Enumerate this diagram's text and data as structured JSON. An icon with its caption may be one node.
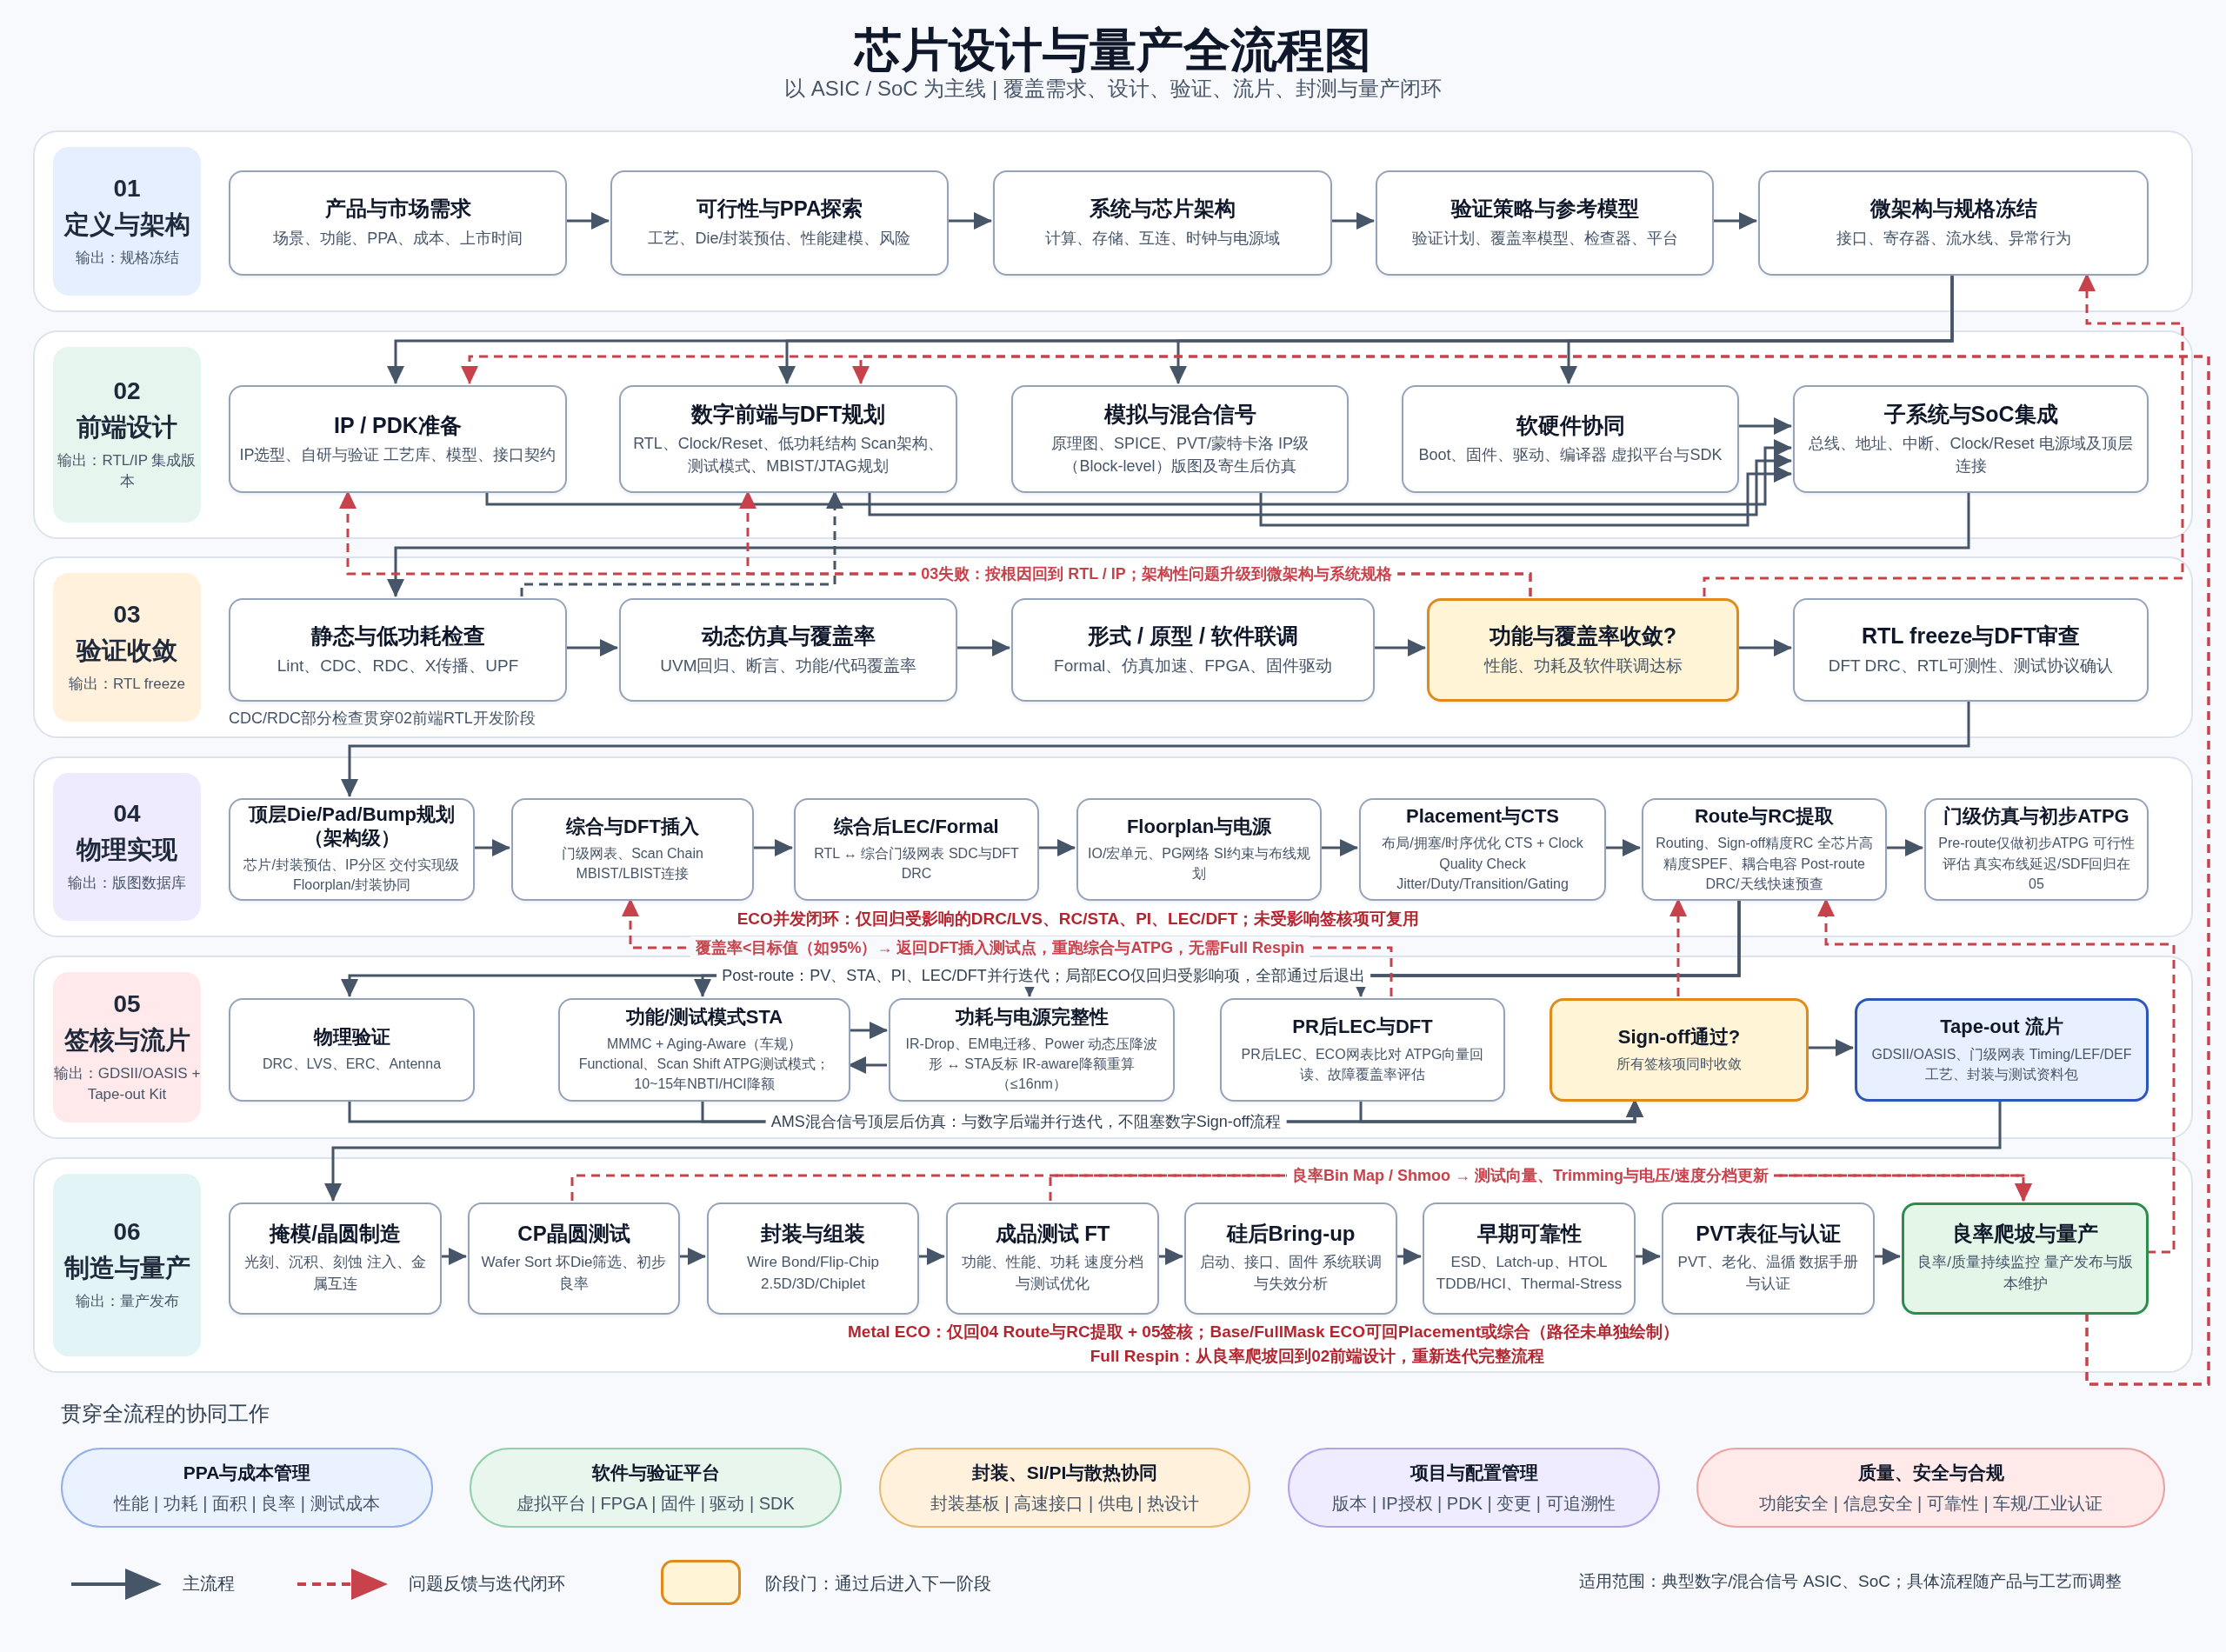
{
  "diagram": {
    "title": "芯片设计与量产全流程图",
    "nodes": [
      {
        "text": [
          "01",
          "定义与架构",
          "输出：规格冻结"
        ]
      },
      {
        "text": [
          "产品与市场需求",
          "场景、功能、PPA、成本、上市时间"
        ],
        "in": 0
      },
      {
        "text": [
          "可行性与PPA探索",
          "工艺、Die/封装预估、性能建模、风险"
        ],
        "in": 0
      },
      {
        "text": [
          "系统与芯片架构",
          "计算、存储、互连、时钟与电源域"
        ],
        "in": 0
      },
      {
        "text": [
          "验证策略与参考模型",
          "验证计划、覆盖率模型、检查器、平台"
        ],
        "in": 0
      },
      {
        "text": [
          "微架构与规格冻结",
          "接口、寄存器、流水线、异常行为"
        ],
        "in": 0
      },
      {
        "text": [
          "02",
          "前端设计",
          "输出：RTL/IP 集成版本"
        ]
      },
      {
        "text": [
          "IP / PDK准备",
          "IP选型、自研与验证 工艺库、模型、接口契约"
        ],
        "in": 6
      },
      {
        "text": [
          "数字前端与DFT规划",
          "RTL、Clock/Reset、低功耗结构 Scan架构、测试模式、MBIST/JTAG规划"
        ],
        "in": 6
      },
      {
        "text": [
          "模拟与混合信号",
          "原理图、SPICE、PVT/蒙特卡洛 IP级（Block-level）版图及寄生后仿真"
        ],
        "in": 6
      },
      {
        "text": [
          "软硬件协同",
          "Boot、固件、驱动、编译器 虚拟平台与SDK"
        ],
        "in": 6
      },
      {
        "text": [
          "子系统与SoC集成",
          "总线、地址、中断、Clock/Reset 电源域及顶层连接"
        ],
        "in": 6
      },
      {
        "text": [
          "03",
          "验证收敛",
          "输出：RTL freeze"
        ]
      },
      {
        "text": [
          "静态与低功耗检查",
          "Lint、CDC、RDC、X传播、UPF"
        ],
        "in": 12,
        "beside": [
          "CDC/RDC部分检查贯穿02前端RTL开发阶段"
        ]
      },
      {
        "text": [
          "动态仿真与覆盖率",
          "UVM回归、断言、功能/代码覆盖率"
        ],
        "in": 12
      },
      {
        "text": [
          "形式 / 原型 / 软件联调",
          "Formal、仿真加速、FPGA、固件驱动"
        ],
        "in": 12
      },
      {
        "text": [
          "功能与覆盖率收敛?",
          "性能、功耗及软件联调达标"
        ],
        "in": 12
      },
      {
        "text": [
          "RTL freeze与DFT审查",
          "DFT DRC、RTL可测性、测试协议确认"
        ],
        "in": 12
      },
      {
        "text": [
          "04",
          "物理实现",
          "输出：版图数据库"
        ]
      },
      {
        "text": [
          "顶层Die/Pad/Bump规划（架构级）",
          "芯片/封装预估、IP分区 交付实现级Floorplan/封装协同"
        ],
        "in": 18
      },
      {
        "text": [
          "综合与DFT插入",
          "门级网表、Scan Chain MBIST/LBIST连接"
        ],
        "in": 18
      },
      {
        "text": [
          "综合后LEC/Formal",
          "RTL ↔ 综合门级网表 SDC与DFT DRC"
        ],
        "in": 18
      },
      {
        "text": [
          "Floorplan与电源",
          "IO/宏单元、PG网络 SI约束与布线规划"
        ],
        "in": 18
      },
      {
        "text": [
          "Placement与CTS",
          "布局/拥塞/时序优化 CTS + Clock Quality Check Jitter/Duty/Transition/Gating"
        ],
        "in": 18
      },
      {
        "text": [
          "Route与RC提取",
          "Routing、Sign-off精度RC 全芯片高精度SPEF、耦合电容 Post-route DRC/天线快速预查"
        ],
        "in": 18
      },
      {
        "text": [
          "门级仿真与初步ATPG",
          "Pre-route仅做初步ATPG 可行性评估 真实布线延迟/SDF回归在05"
        ],
        "in": 18
      },
      {
        "text": [
          "05",
          "签核与流片",
          "输出：GDSII/OASIS + Tape-out Kit"
        ]
      },
      {
        "text": [
          "物理验证",
          "DRC、LVS、ERC、Antenna"
        ],
        "in": 26
      },
      {
        "text": [
          "功能/测试模式STA",
          "MMMC + Aging-Aware（车规） Functional、Scan Shift ATPG测试模式；10~15年NBTI/HCI降额"
        ],
        "in": 26
      },
      {
        "text": [
          "功耗与电源完整性",
          "IR-Drop、EM电迁移、Power 动态压降波形 ↔ STA反标 IR-aware降额重算（≤16nm）"
        ],
        "in": 26
      },
      {
        "text": [
          "PR后LEC与DFT",
          "PR后LEC、ECO网表比对 ATPG向量回读、故障覆盖率评估"
        ],
        "in": 26
      },
      {
        "text": [
          "Sign-off通过?",
          "所有签核项同时收敛"
        ],
        "in": 26
      },
      {
        "text": [
          "Tape-out 流片",
          "GDSII/OASIS、门级网表 Timing/LEF/DEF 工艺、封装与测试资料包"
        ],
        "in": 26
      },
      {
        "text": [
          "06",
          "制造与量产",
          "输出：量产发布"
        ]
      },
      {
        "text": [
          "掩模/晶圆制造",
          "光刻、沉积、刻蚀 注入、金属互连"
        ],
        "in": 33
      },
      {
        "text": [
          "CP晶圆测试",
          "Wafer Sort 坏Die筛选、初步良率"
        ],
        "in": 33
      },
      {
        "text": [
          "封装与组装",
          "Wire Bond/Flip-Chip 2.5D/3D/Chiplet"
        ],
        "in": 33
      },
      {
        "text": [
          "成品测试 FT",
          "功能、性能、功耗 速度分档与测试优化"
        ],
        "in": 33
      },
      {
        "text": [
          "硅后Bring-up",
          "启动、接口、固件 系统联调与失效分析"
        ],
        "in": 33
      },
      {
        "text": [
          "早期可靠性",
          "ESD、Latch-up、HTOL TDDB/HCI、Thermal-Stress"
        ],
        "in": 33
      },
      {
        "text": [
          "PVT表征与认证",
          "PVT、老化、温循 数据手册与认证"
        ],
        "in": 33
      },
      {
        "text": [
          "良率爬坡与量产",
          "良率/质量持续监控 量产发布与版本维护"
        ],
        "in": 33
      },
      {
        "text": [
          "PPA与成本管理",
          "性能 | 功耗 | 面积 | 良率 | 测试成本"
        ]
      },
      {
        "text": [
          "软件与验证平台",
          "虚拟平台 | FPGA | 固件 | 驱动 | SDK"
        ]
      },
      {
        "text": [
          "封装、SI/PI与散热协同",
          "封装基板 | 高速接口 | 供电 | 热设计"
        ]
      },
      {
        "text": [
          "项目与配置管理",
          "版本 | IP授权 | PDK | 变更 | 可追溯性"
        ]
      },
      {
        "text": [
          "质量、安全与合规",
          "功能安全 | 信息安全 | 可靠性 | 车规/工业认证"
        ]
      }
    ],
    "edges": [
      {
        "from": 1,
        "to": 2,
        "arrow": "to"
      },
      {
        "from": 2,
        "to": 3,
        "arrow": "to"
      },
      {
        "from": 3,
        "to": 4,
        "arrow": "to"
      },
      {
        "from": 4,
        "to": 5,
        "arrow": "to"
      },
      {
        "from": 5,
        "to": 7,
        "arrow": "to"
      },
      {
        "from": 5,
        "to": 8,
        "arrow": "to"
      },
      {
        "from": 5,
        "to": 9,
        "arrow": "to"
      },
      {
        "from": 5,
        "to": 10,
        "arrow": "to"
      },
      {
        "from": 7,
        "to": 11,
        "arrow": "to"
      },
      {
        "from": 8,
        "to": 11,
        "arrow": "to"
      },
      {
        "from": 9,
        "to": 11,
        "arrow": "to"
      },
      {
        "from": 10,
        "to": 11,
        "arrow": "to"
      },
      {
        "from": 11,
        "to": 13,
        "arrow": "to"
      },
      {
        "from": 13,
        "to": 8,
        "arrow": "to",
        "style": "dashed"
      },
      {
        "from": 13,
        "to": 14,
        "arrow": "to"
      },
      {
        "from": 14,
        "to": 15,
        "arrow": "to"
      },
      {
        "from": 15,
        "to": 16,
        "arrow": "to"
      },
      {
        "from": 16,
        "to": 17,
        "arrow": "to"
      },
      {
        "from": 16,
        "to": 7,
        "arrow": "to",
        "label": "03失败：按根因回到 RTL / IP；架构性问题升级到微架构与系统规格",
        "style": "dashed",
        "color": "#c8424b"
      },
      {
        "from": 16,
        "to": 8,
        "arrow": "to",
        "style": "dashed",
        "color": "#c8424b"
      },
      {
        "from": 16,
        "to": 5,
        "arrow": "to",
        "style": "dashed",
        "color": "#c8424b"
      },
      {
        "from": 17,
        "to": 19,
        "arrow": "to"
      },
      {
        "from": 19,
        "to": 20,
        "arrow": "to"
      },
      {
        "from": 20,
        "to": 21,
        "arrow": "to"
      },
      {
        "from": 21,
        "to": 22,
        "arrow": "to"
      },
      {
        "from": 22,
        "to": 23,
        "arrow": "to"
      },
      {
        "from": 23,
        "to": 24,
        "arrow": "to"
      },
      {
        "from": 24,
        "to": 25,
        "arrow": "to"
      },
      {
        "from": 24,
        "to": 27,
        "arrow": "to",
        "label": "Post-route：PV、STA、PI、LEC/DFT并行迭代；局部ECO仅回归受影响项，全部通过后退出"
      },
      {
        "from": 24,
        "to": 28,
        "arrow": "to"
      },
      {
        "from": 24,
        "to": 29,
        "arrow": "to"
      },
      {
        "from": 24,
        "to": 30,
        "arrow": "to"
      },
      {
        "from": 28,
        "to": 29,
        "arrow": "to"
      },
      {
        "from": 29,
        "to": 28,
        "arrow": "to"
      },
      {
        "from": 30,
        "to": 20,
        "arrow": "to",
        "label": "覆盖率<目标值（如95%）→ 返回DFT插入测试点，重跑综合与ATPG，无需Full Respin",
        "style": "dashed",
        "color": "#c8424b"
      },
      {
        "from": 27,
        "to": 31,
        "arrow": "to",
        "label": "AMS混合信号顶层后仿真：与数字后端并行迭代，不阻塞数字Sign-off流程"
      },
      {
        "from": 28,
        "to": 31,
        "arrow": "to"
      },
      {
        "from": 30,
        "to": 31,
        "arrow": "to"
      },
      {
        "from": 31,
        "to": 32,
        "arrow": "to"
      },
      {
        "from": 31,
        "to": 24,
        "arrow": "to",
        "style": "dashed",
        "color": "#c8424b"
      },
      {
        "from": 32,
        "to": 34,
        "arrow": "to"
      },
      {
        "from": 34,
        "to": 35,
        "arrow": "to"
      },
      {
        "from": 35,
        "to": 36,
        "arrow": "to"
      },
      {
        "from": 36,
        "to": 37,
        "arrow": "to"
      },
      {
        "from": 37,
        "to": 38,
        "arrow": "to"
      },
      {
        "from": 38,
        "to": 39,
        "arrow": "to"
      },
      {
        "from": 39,
        "to": 40,
        "arrow": "to"
      },
      {
        "from": 40,
        "to": 41,
        "arrow": "to"
      },
      {
        "from": 35,
        "to": 41,
        "arrow": "to",
        "label": "良率Bin Map / Shmoo → 测试向量、Trimming与电压/速度分档更新",
        "style": "dashed",
        "color": "#c8424b"
      },
      {
        "from": 37,
        "to": 41,
        "arrow": "to",
        "style": "dashed",
        "color": "#c8424b"
      },
      {
        "from": 41,
        "to": 24,
        "arrow": "to",
        "style": "dashed",
        "color": "#c8424b"
      },
      {
        "from": 41,
        "to": 7,
        "arrow": "to",
        "style": "dashed",
        "color": "#c8424b"
      },
      {
        "from": 41,
        "to": 8,
        "arrow": "to",
        "style": "dashed",
        "color": "#c8424b"
      }
    ],
    "labels": [
      "以 ASIC / SoC 为主线 | 覆盖需求、设计、验证、流片、封测与量产闭环",
      "ECO并发闭环：仅回归受影响的DRC/LVS、RC/STA、PI、LEC/DFT；未受影响签核项可复用",
      "Metal ECO：仅回04 Route与RC提取 + 05签核；Base/FullMask ECO可回Placement或综合（路径未单独绘制）",
      "Full Respin：从良率爬坡回到02前端设计，重新迭代完整流程",
      "贯穿全流程的协同工作",
      "适用范围：典型数字/混合信号 ASIC、SoC；具体流程随产品与工艺而调整"
    ],
    "legend": [
      {
        "text": "主流程"
      },
      {
        "text": "问题反馈与迭代闭环"
      },
      {
        "text": "阶段门：通过后进入下一阶段",
        "color": "#fff4d6"
      }
    ]
  }
}
